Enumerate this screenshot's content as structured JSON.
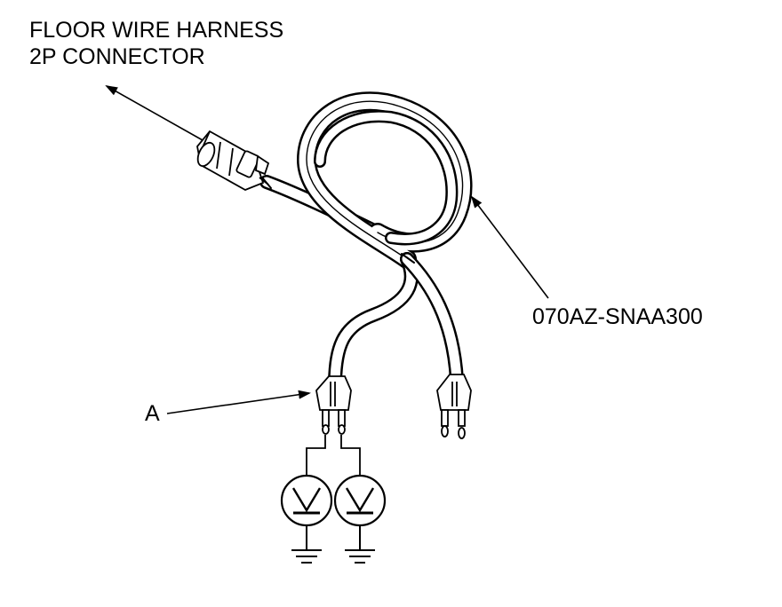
{
  "labels": {
    "connector_line1": "FLOOR WIRE HARNESS",
    "connector_line2": "2P CONNECTOR",
    "part_number": "070AZ-SNAA300",
    "callout_a": "A"
  },
  "colors": {
    "ink": "#000000",
    "paper": "#ffffff"
  },
  "icons": [
    "voltmeter-icon",
    "ground-icon"
  ]
}
